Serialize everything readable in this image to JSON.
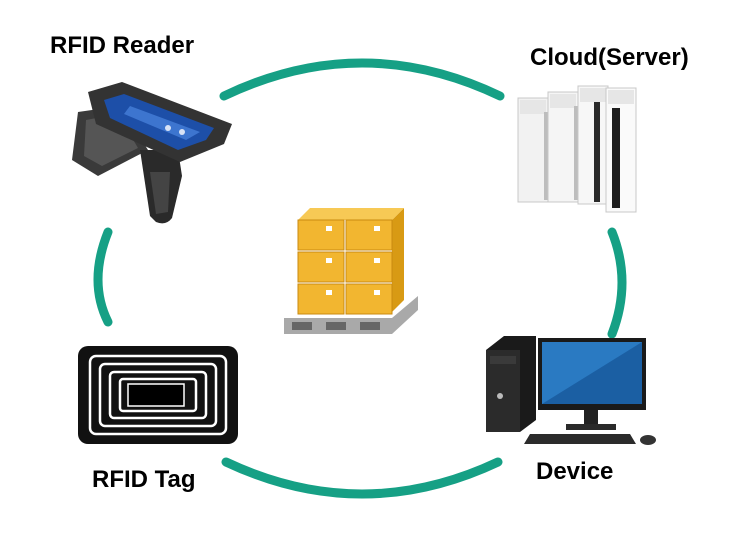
{
  "labels": {
    "reader": "RFID Reader",
    "cloud": "Cloud(Server)",
    "tag": "RFID Tag",
    "device": "Device"
  },
  "colors": {
    "arc": "#16a085",
    "box": "#f2b630",
    "box_dark": "#d89a14",
    "pallet": "#a9a9a9"
  },
  "icons": [
    "rfid-reader-icon",
    "server-rack-icon",
    "rfid-tag-icon",
    "desktop-computer-icon",
    "pallet-boxes-icon"
  ]
}
